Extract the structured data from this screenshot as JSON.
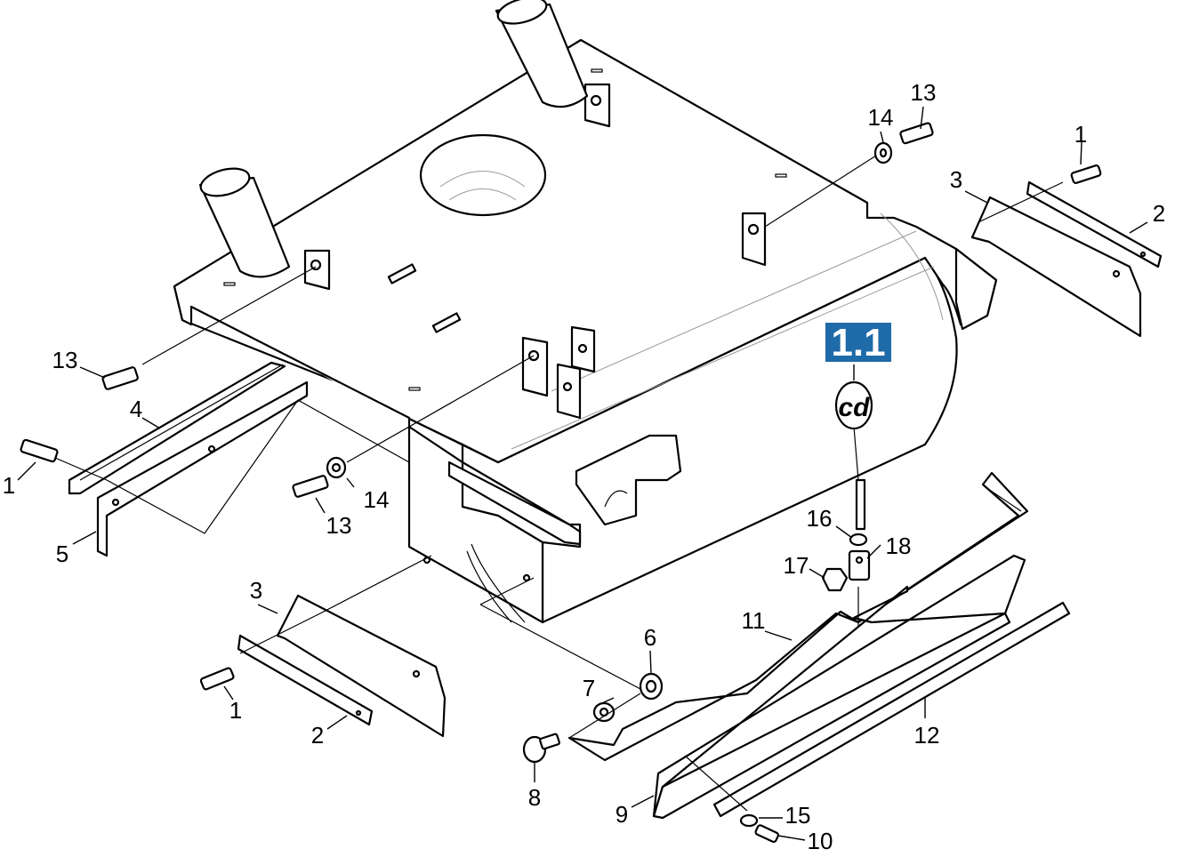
{
  "reference_badge": {
    "label": "1.1",
    "color": "#1f6aa8"
  },
  "code_badge": {
    "label": "cd"
  },
  "callouts": [
    {
      "name": "callout-13-top",
      "text": "13"
    },
    {
      "name": "callout-14-top",
      "text": "14"
    },
    {
      "name": "callout-1-top-right",
      "text": "1"
    },
    {
      "name": "callout-3-top-right",
      "text": "3"
    },
    {
      "name": "callout-2-top-right",
      "text": "2"
    },
    {
      "name": "callout-13-left",
      "text": "13"
    },
    {
      "name": "callout-4",
      "text": "4"
    },
    {
      "name": "callout-1-left",
      "text": "1"
    },
    {
      "name": "callout-5",
      "text": "5"
    },
    {
      "name": "callout-14-middle",
      "text": "14"
    },
    {
      "name": "callout-13-middle",
      "text": "13"
    },
    {
      "name": "callout-16",
      "text": "16"
    },
    {
      "name": "callout-18",
      "text": "18"
    },
    {
      "name": "callout-17",
      "text": "17"
    },
    {
      "name": "callout-3-bottom-left",
      "text": "3"
    },
    {
      "name": "callout-1-bottom-left",
      "text": "1"
    },
    {
      "name": "callout-2-bottom-left",
      "text": "2"
    },
    {
      "name": "callout-11",
      "text": "11"
    },
    {
      "name": "callout-6",
      "text": "6"
    },
    {
      "name": "callout-7",
      "text": "7"
    },
    {
      "name": "callout-8",
      "text": "8"
    },
    {
      "name": "callout-12",
      "text": "12"
    },
    {
      "name": "callout-9",
      "text": "9"
    },
    {
      "name": "callout-15",
      "text": "15"
    },
    {
      "name": "callout-10",
      "text": "10"
    }
  ]
}
